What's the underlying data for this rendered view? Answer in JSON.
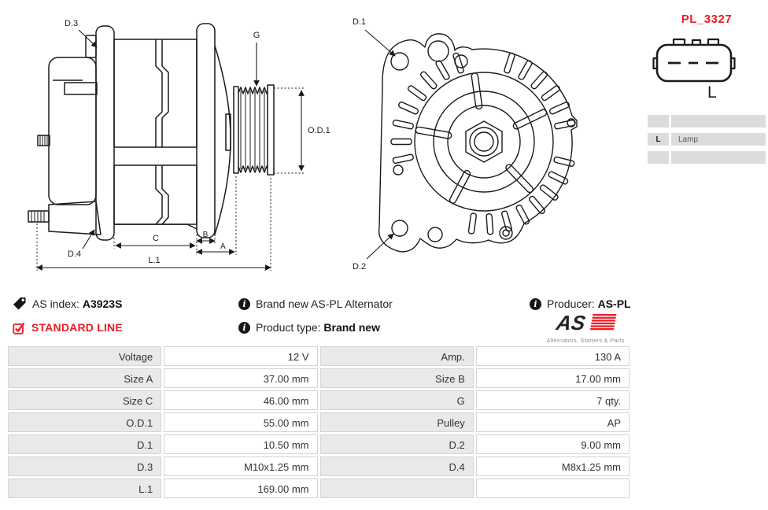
{
  "colors": {
    "accent_red": "#ed1c24",
    "line": "#1a1a1a",
    "label_cell_bg": "#e9e9e9",
    "terminal_cell_bg": "#dcdcdc"
  },
  "side_view": {
    "labels": {
      "d3": "D.3",
      "d4": "D.4",
      "g": "G",
      "od1": "O.D.1",
      "c": "C",
      "b": "B",
      "a": "A",
      "l1": "L.1"
    }
  },
  "front_view": {
    "labels": {
      "d1": "D.1",
      "d2": "D.2"
    }
  },
  "pin_panel": {
    "code": "PL_3327",
    "connector_pin_label": "L",
    "rows": [
      {
        "key": "",
        "value": ""
      },
      {
        "key": "L",
        "value": "Lamp"
      },
      {
        "key": "",
        "value": ""
      }
    ]
  },
  "info_bar": {
    "as_index_label": "AS index:",
    "as_index_value": "A3923S",
    "standard_line": "STANDARD LINE",
    "description": "Brand new AS-PL Alternator",
    "product_type_label": "Product type:",
    "product_type_value": "Brand new",
    "producer_label": "Producer:",
    "producer_value": "AS-PL",
    "logo_text": "AS",
    "logo_caption": "Alternators, Starters & Parts"
  },
  "spec_table": {
    "rows": [
      [
        "Voltage",
        "12 V",
        "Amp.",
        "130 A"
      ],
      [
        "Size A",
        "37.00 mm",
        "Size B",
        "17.00 mm"
      ],
      [
        "Size C",
        "46.00 mm",
        "G",
        "7 qty."
      ],
      [
        "O.D.1",
        "55.00 mm",
        "Pulley",
        "AP"
      ],
      [
        "D.1",
        "10.50 mm",
        "D.2",
        "9.00 mm"
      ],
      [
        "D.3",
        "M10x1.25 mm",
        "D.4",
        "M8x1.25 mm"
      ],
      [
        "L.1",
        "169.00 mm",
        "",
        ""
      ]
    ]
  }
}
